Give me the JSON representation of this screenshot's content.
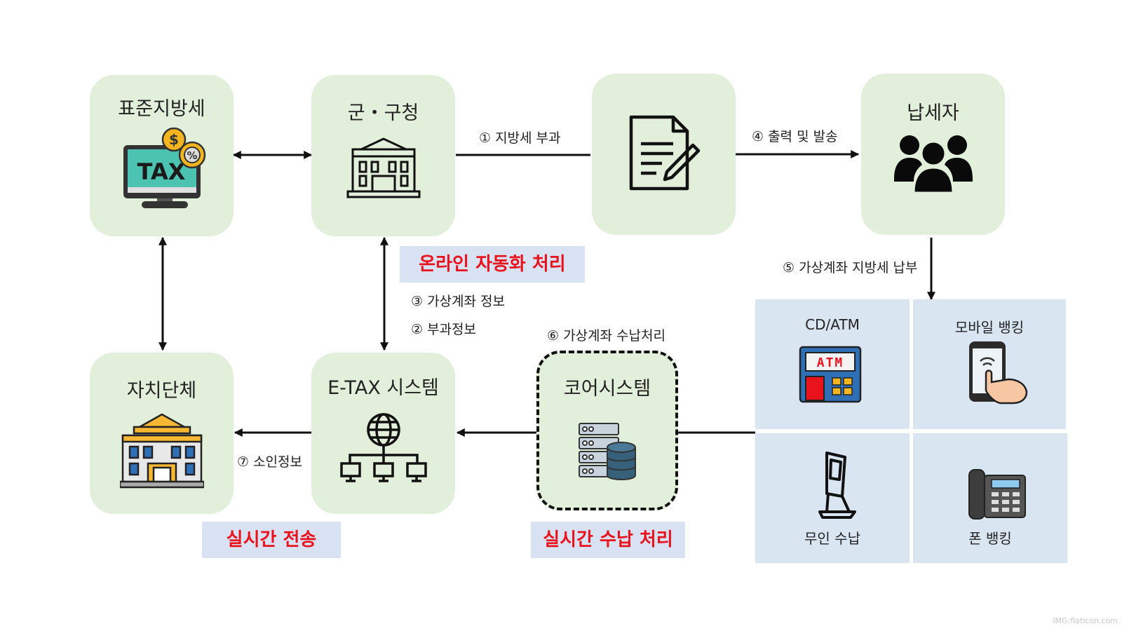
{
  "nodes": {
    "standard_local_tax": "표준지방세",
    "district_office": "군・구청",
    "taxpayer": "납세자",
    "local_government": "자치단체",
    "etax_system": "E-TAX 시스템",
    "core_system": "코어시스템"
  },
  "icons": {
    "standard_local_tax": "tax-computer-icon",
    "district_office": "government-building-icon",
    "document": "document-pen-icon",
    "taxpayer": "people-group-icon",
    "local_government": "city-hall-icon",
    "etax_system": "network-globe-icon",
    "core_system": "database-server-icon"
  },
  "payment_channels": {
    "atm": "CD/ATM",
    "mobile_banking": "모바일 뱅킹",
    "kiosk": "무인 수납",
    "phone_banking": "폰 뱅킹"
  },
  "atm_screen_text": "ATM",
  "tax_screen_text": "TAX",
  "highlights": {
    "online_automation": "온라인 자동화 처리",
    "realtime_transfer": "실시간 전송",
    "realtime_payment": "실시간 수납 처리"
  },
  "flow_labels": {
    "step1": "① 지방세 부과",
    "step2": "② 부과정보",
    "step3": "③ 가상계좌 정보",
    "step4": "④ 출력 및 발송",
    "step5": "⑤ 가상계좌 지방세 납부",
    "step6": "⑥ 가상계좌 수납처리",
    "step7": "⑦ 소인정보"
  },
  "credit": "IMG:flaticon.com",
  "colors": {
    "node_fill": "#e2efda",
    "channel_fill": "#dae5f2",
    "highlight_fill": "#d9e2f3",
    "highlight_text": "#e8131c"
  }
}
